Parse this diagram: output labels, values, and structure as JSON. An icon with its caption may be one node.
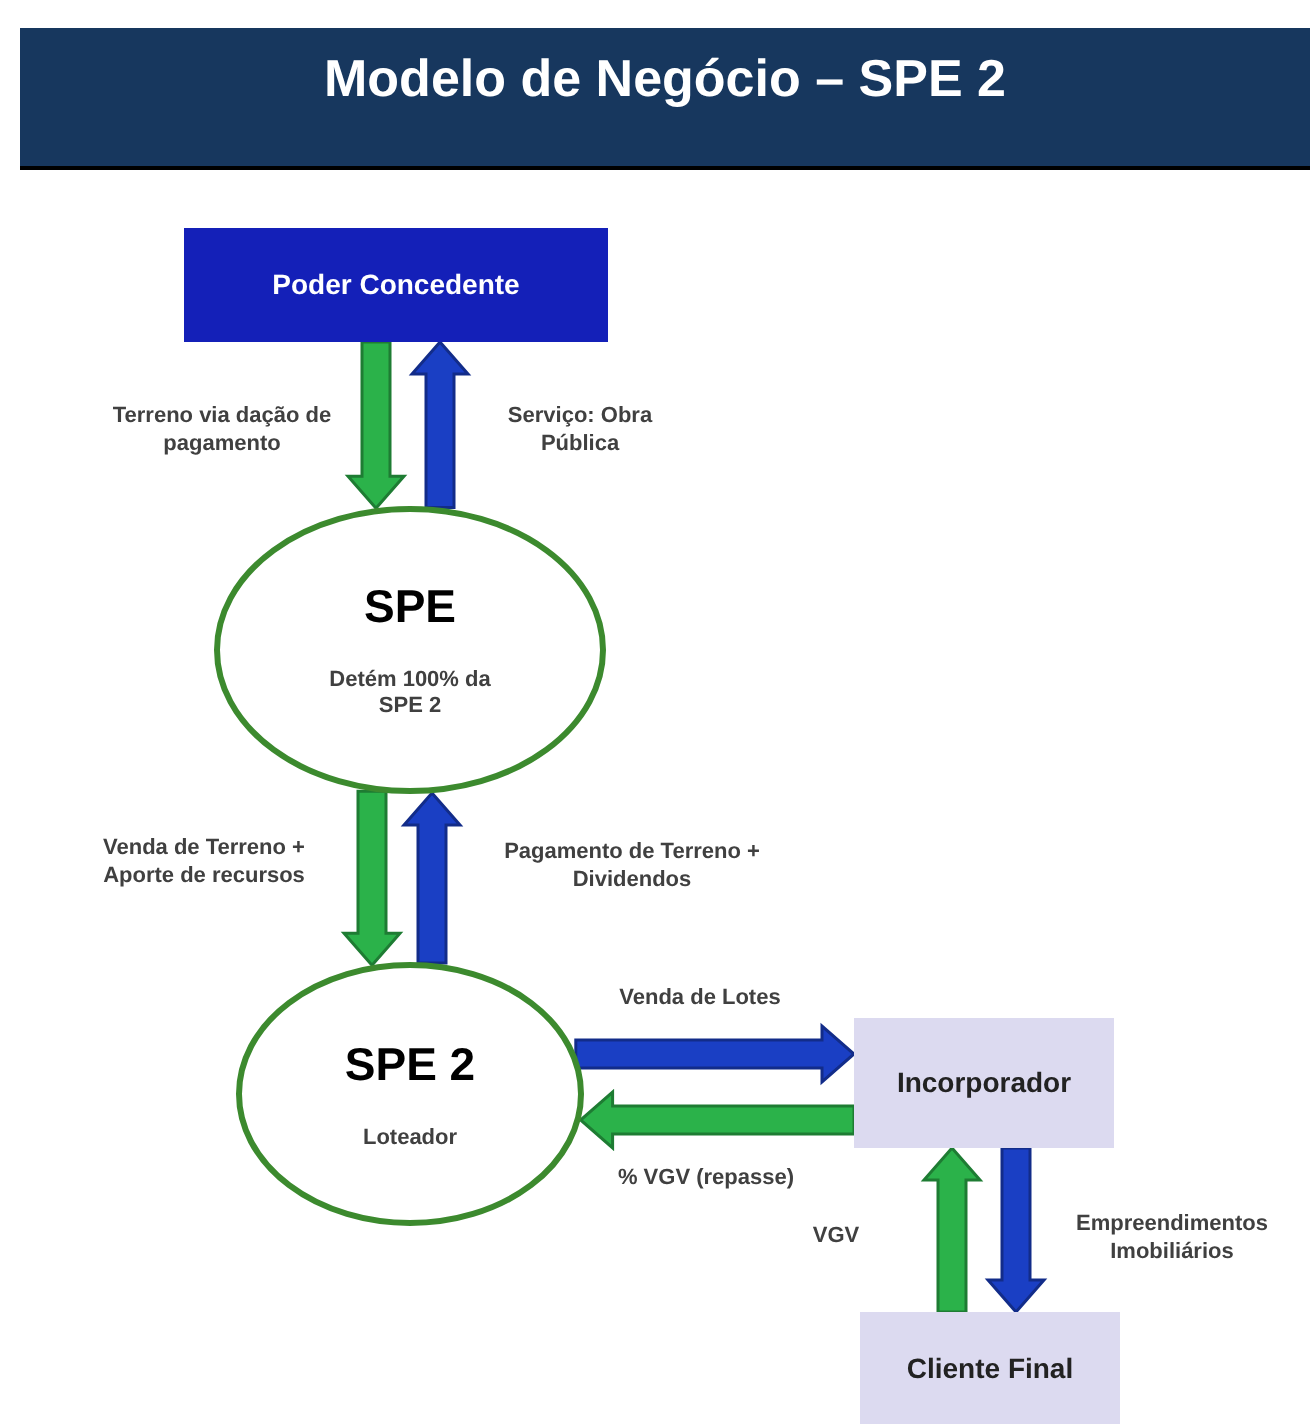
{
  "diagram": {
    "title": "Modelo de Negócio – SPE 2",
    "nodes": [
      {
        "text": [
          "Poder Concedente"
        ]
      },
      {
        "text": [
          "SPE",
          "Detém 100% da SPE 2"
        ]
      },
      {
        "text": [
          "SPE 2",
          "Loteador"
        ]
      },
      {
        "text": [
          "Incorporador"
        ]
      },
      {
        "text": [
          "Cliente Final"
        ]
      }
    ],
    "edges": [
      {
        "from": 0,
        "to": 1,
        "arrow": "to",
        "label": "Terreno via dação de pagamento",
        "color": "#2bb24a"
      },
      {
        "from": 1,
        "to": 0,
        "arrow": "to",
        "label": "Serviço: Obra Pública",
        "color": "#1a3fc4"
      },
      {
        "from": 1,
        "to": 2,
        "arrow": "to",
        "label": "Venda de Terreno + Aporte de recursos",
        "color": "#2bb24a"
      },
      {
        "from": 2,
        "to": 1,
        "arrow": "to",
        "label": "Pagamento de Terreno + Dividendos",
        "color": "#1a3fc4"
      },
      {
        "from": 2,
        "to": 3,
        "arrow": "to",
        "label": "Venda de Lotes",
        "color": "#1a3fc4"
      },
      {
        "from": 3,
        "to": 2,
        "arrow": "to",
        "label": "% VGV (repasse)",
        "color": "#2bb24a"
      },
      {
        "from": 4,
        "to": 3,
        "arrow": "to",
        "label": "VGV",
        "color": "#2bb24a"
      },
      {
        "from": 3,
        "to": 4,
        "arrow": "to",
        "label": "Empreendimentos Imobiliários",
        "color": "#1a3fc4"
      }
    ]
  }
}
